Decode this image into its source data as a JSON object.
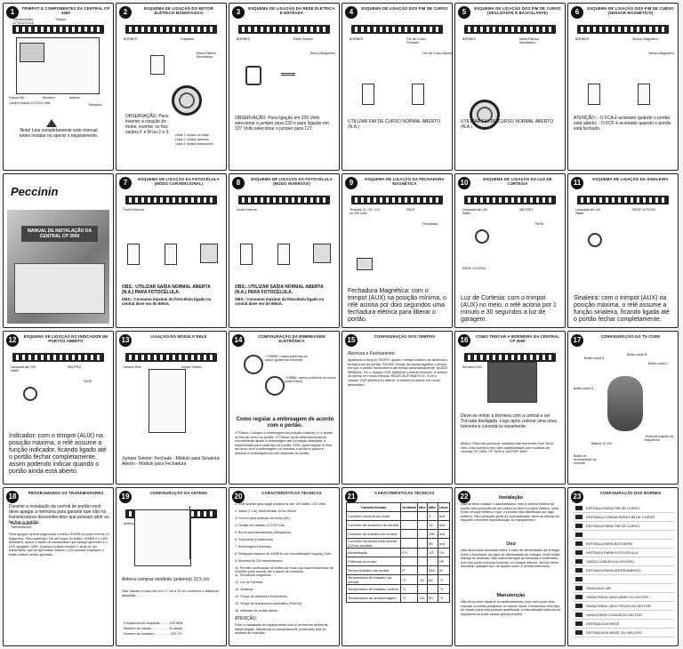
{
  "brand": "Peccinin",
  "manual_title": "MANUAL DE INSTALAÇÃO DA CENTRAL CP 3060",
  "panels": [
    {
      "n": "1",
      "title": "TRIMPOT E COMPONENTES DA CENTRAL CP 3060",
      "labels": [
        "Transformador 127V/220V/CA",
        "Trimpot",
        "Chave Liga",
        "Fusível 5A",
        "Jumper seletor 127/220 Volts",
        "Borneira",
        "Antena",
        "Receptor"
      ],
      "note": "Nota! Leia completamente este manual antes instalar ou operar o equipamento."
    },
    {
      "n": "2",
      "title": "ESQUEMA DE LIGAÇÃO DO MOTOR ELÉTRICO MONOFÁSICO",
      "labels": [
        "BORNES",
        "Capacitor",
        "Motor Elétrico Monofásico"
      ],
      "note": "OBSERVAÇÃO: Para inverter a rotação do motor, inverter os fios saídos F e M ou 2 e 3.",
      "legend": [
        "Linha 1: comum do motor",
        "Linha 2: sentido abertura",
        "Linha 3: sentido fechamento"
      ]
    },
    {
      "n": "3",
      "title": "ESQUEMA DE LIGAÇÃO DA REDE ELÉTRICA E ENTRADA",
      "labels": [
        "BORNES",
        "Rede Elétrica",
        "Terra (Obrigatório)"
      ],
      "note": "OBSERVAÇÃO: Para ligação em 220 Volts selecionar o jumper para 220 e para ligação em 127 Volts selecionar o jumper para 127."
    },
    {
      "n": "4",
      "title": "ESQUEMA DE LIGAÇÃO DOS FIM DE CURSO",
      "labels": [
        "BORNES",
        "Fim de Curso Fechado",
        "Fim de Curso Aberto"
      ],
      "note": "UTILIZAR FIM DE CURSO NORMAL ABERTO (N.A.)"
    },
    {
      "n": "5",
      "title": "ESQUEMA DE LIGAÇÃO DOS FIM DE CURSO (DESLIZANTE E BASCULANTE)",
      "labels": [
        "BORNES",
        "Motor Elétrico Monofásico"
      ],
      "note": "UTILIZAR FIM DE CURSO NORMAL ABERTO (N.A.)"
    },
    {
      "n": "6",
      "title": "ESQUEMA DE LIGAÇÃO DOS FIM DE CURSO (SENSOR MAGNÉTICO)",
      "labels": [
        "BORNES",
        "Sensor Magnético",
        "Sensor Magnético"
      ],
      "note": "ATENÇÃO: - O FCA é acionado quando o portão está aberto; - O FCF é acionado quando o portão está fechado."
    },
    {
      "n": "7",
      "title": "ESQUEMA DE LIGAÇÃO DA FOTOCÉLULA (MODO CONVENCIONAL)",
      "labels": [
        "Fonte Externa"
      ],
      "note": "OBS.: UTILIZAR SAÍDA NORMAL ABERTA (N.A.) PARA FOTOCÉLULA.",
      "note2": "OBS.: Consumo máximo da fotocélula ligada na central deve ser de 80mA."
    },
    {
      "n": "8",
      "title": "ESQUEMA DE LIGAÇÃO DA FOTOCÉLULA (MODO INVERSÃO)",
      "labels": [
        "Fonte Externa"
      ],
      "note": "OBS.: UTILIZAR SAÍDA NORMAL ABERTA (N.A.) PARA FOTOCÉLULA.",
      "note2": "OBS.: Consumo máximo da fotocélula ligada na central deve ser de 80mA."
    },
    {
      "n": "9",
      "title": "ESQUEMA DE LIGAÇÃO DA FECHADURA MAGNÉTICA",
      "labels": [
        "Tensões 12 / 24 / 127 ou 220 Volts",
        "RELÉ",
        "Fechadura"
      ],
      "note": "Fechadura Magnética: com o trimpot (AUX) na posição mínima, o relé aciona por dois segundos uma fechadura elétrica para liberar o portão."
    },
    {
      "n": "10",
      "title": "ESQUEMA DE LIGAÇÃO DA LUZ DE CORTESIA",
      "labels": [
        "Lâmpada até 100 Watts",
        "NEUTRO",
        "FASE",
        "REDE 127/220V"
      ],
      "note": "Luz de Cortesia: com o trimpot (AUX) no meio, o relé aciona por 1 minuto e 30 segundos a luz de garagem."
    },
    {
      "n": "11",
      "title": "ESQUEMA DE LIGAÇÃO DA SINALEIRA",
      "labels": [
        "Lâmpada até 100 Watts",
        "REDE 127/220V"
      ],
      "note": "Sinaleira: com o trimpot (AUX) na posição máxima, o relé assume a função sinaleira, ficando ligada até o portão fechar completamente."
    },
    {
      "n": "12",
      "title": "ESQUEMA DE LIGAÇÃO DO INDICADOR DE PORTÃO ABERTO",
      "labels": [
        "Lâmpada até 100 Watts",
        "NEUTRO",
        "FASE"
      ],
      "note": "Indicador: com o trimpot (AUX) na posição máxima, o relé assume a função indicador, ficando ligado até o portão fechar completamente, assim podendo indicar quando o portão ainda está aberto."
    },
    {
      "n": "13",
      "title": "LIGAÇÃO DO MÓDULO RELÉ",
      "labels": [
        "Módulo Relé",
        "Jumper Seletor"
      ],
      "note": "Jumper Seletor: Fechado - Módulo para Sinaleira; Aberto - Módulo para Fechadura"
    },
    {
      "n": "14",
      "title": "CONFIGURAÇÃO DA EMBREAGEM ELETRÔNICA",
      "labels": [
        "+ EMBR+ maior potência do motor (potência nominal)",
        "- EMBR- menor potência do motor (mais fraco)"
      ],
      "note": "Como regular a embreagem de acordo com o portão.",
      "body": "1º Passo: Coloque a embreagem na posição máxima (+) e ajuste os fins de curso no portão. 2º Passo: Após estar funcionando normalmente ajuste a embreagem até a posição desejada, a especificada para cada tipo de portão. OBS: Após regular os fins de curso com a embreagem na máxima, o próximo passo é diminuir a embreagem ao não depende do portão."
    },
    {
      "n": "15",
      "title": "CONFIGURAÇÃO DOS TEMPOS",
      "labels": [],
      "note": "Abertura e Fechamento:",
      "body": "Ajustando o trimpot TEMPO, ajuste o tempo máximo de abertura e fechamento do portão. PAUSA: Tempo de pausa significa o tempo em que o portão ficará aberto até fechar automaticamente. MODO MANUAL: Se o Jumper CNS (MANUAL) estiver fechado, a central irá operar em modo manual. MODO AUTOMÁTICO: Com o Jumper CNS (MANUAL) aberto, a central irá operar em modo automático."
    },
    {
      "n": "16",
      "title": "COMO TROCAR A BORNEIRA DA CENTRAL CP 3060",
      "labels": [
        "Borneira CN3"
      ],
      "note": "Deve-se retirar a borneira com a central e ser Trocada desligada. Logo após colocar uma nova borneira e conectá-la novamente.",
      "body": "Motivo: Para não provocar oxidação nas borneiras e em Terra. Obs: Esta borneira tem inter-cambialidade com modelos de centrais CP 2009, CP 3500 e GATTER 3600."
    },
    {
      "n": "17",
      "title": "CONFIGURAÇÃO DO TX CODE",
      "labels": [
        "Botão canal A",
        "Botão canal B",
        "Botão canal C",
        "Botão canal D",
        "Bateria 12 Vcc",
        "Botão de acionamento do controle",
        "Tecla para ajuste da frequência"
      ],
      "note": ""
    },
    {
      "n": "18",
      "title": "PROGRAMANDO OS TRANSMISSORES",
      "labels": [
        "Para programar os Transmissores"
      ],
      "note": "Durante a instalação da central de portão você deve apagar a memória para garantir que não há transmissores desconhecidos que possam abrir ou fechar o portão.",
      "body": "Para apagar: Aperte segurando o botão LEARN por pelo menos 10 segundos. Para aprender: Dê um toque no botão LEARN e o LED acenderá, aperte o botão do transmissor que deseja aprender e o LED apagará. OBS: Quando a placa receber o sinal de um transmissor que foi aprendido estará o LED piscará enquanto o botão estiver sendo apertado."
    },
    {
      "n": "19",
      "title": "CONFIGURAÇÃO DA ANTENA",
      "labels": [
        "Antena"
      ],
      "note": "Antena comprar medindo (antenna) 16,5 cm",
      "body": "Obs: Manter o cabo fixo em 17 cm a 20 cm conforme a distância desejada.",
      "specs": [
        "Frequência de recepção ........ 433 MHz",
        "Número de canais .................. 8 canais",
        "Número de usuários ................ 200 TX"
      ]
    },
    {
      "n": "20",
      "title": "CARACTERÍSTICAS TÉCNICAS",
      "items": [
        "1. Relé auxiliar para carga resistiva de até 100 Watts / 220 Volts.",
        "2. Saída (F-CA) 10mA tensão 12Vcc 60mA.",
        "3. Fusível para proteção do motor (5A).",
        "4. Tensão de trabalho 127/220 Vca.",
        "5. Borne para aterramento (Obrigatório).",
        "6. Fotocélula (Condicional).",
        "7. Embreagem Eletrônica.",
        "8. Recepção superior de 433MHz com decodificação Hopping Code.",
        "9. Memória de 200 transmissores.",
        "10. Permite combinação de botões de modo que cada transmissor de 3 botões pode acionar até 4 placas de comando.",
        "11. Fechadura magnética.",
        "12. Luz de Cortesia.",
        "13. Sinaleira.",
        "14. Tempo de abertura e fechamento.",
        "15. Tempo de fechamento automático (PAUSA).",
        "16. Indicador de portão aberto."
      ],
      "note": "ATENÇÃO:",
      "body": "Evite a instalação do equipamento com a central em ambiente desprotegido. Mantenha os transmissores (controles) fora do alcance de crianças."
    },
    {
      "n": "21",
      "title": "CARACTERÍSTICAS TÉCNICAS",
      "table": {
        "head": [
          "Características",
          "Unidade",
          "Mín.",
          "Máx.",
          "Unid."
        ],
        "rows": [
          [
            "Corrente nominal do motor",
            "",
            "",
            "3",
            "mA"
          ],
          [
            "Corrente de consumo do central",
            "",
            "",
            "15",
            "mA"
          ],
          [
            "Corrente de trabalho do central",
            "",
            "",
            "200",
            "mA"
          ],
          [
            "Corrente fornecida pela central (12Vcc auxiliar)",
            "",
            "",
            "80",
            "mA"
          ],
          [
            "Alimentação",
            "CV",
            "",
            "1/2",
            "CV"
          ],
          [
            "Potência do motor",
            "",
            "",
            "",
            "HP"
          ],
          [
            "Tempo trabalho da central",
            "P",
            "",
            "550",
            "W"
          ],
          [
            "Temperatura de trabalho da central",
            "°C",
            "-10",
            "60",
            "°C"
          ],
          [
            "Temperatura de trabalho central",
            "°C",
            "",
            "",
            "°C"
          ],
          [
            "Temperatura de armazenagem",
            "°C",
            "-20",
            "60",
            "°C"
          ]
        ]
      }
    },
    {
      "n": "22",
      "title": "",
      "sections": [
        {
          "h": "Instalação",
          "t": "Não se deve instalar o automatizador com a central elétrica de portão sem proteção de um painel ou sem o projeto elétrico, para evitar choque elétrico e que o produto seja danificado por algo externo. Para proteção geral do automatizador deve-se utilizar um disjuntor conforme especificação do equipamento."
        },
        {
          "h": "Uso",
          "t": "Não deve nada acionado sobre o cabo de alimentação da energia. Evite a exposição do cabo de alimentação da energia, onde existe tráfego de pessoas. Não sobrecarregue as tomadas e extensões, pois isto pode provocar incêndio ou choque elétrico. Nunca deixe derramar qualquer tipo de líquido sobre a central eletrônica."
        },
        {
          "h": "Manutenção",
          "t": "Não deve fazer reparos no automatizador, pois você pode ficar exposto a pontos perigosos ou outros riscos. Encaminhe todo tipo de reparo para uma pessoa qualificada. A manutenção indevida do equipamento pode causar graves lesões!"
        }
      ]
    },
    {
      "n": "23",
      "title": "CONFIGURAÇÃO DOS BORNES",
      "items": [
        "ENTRADA PARA FIM DE CURSO",
        "ENTRADA COMUM PARA FIM DE CURSO",
        "ENTRADA PARA FIM DE CURSO",
        "",
        "ENTRADA PARA BOTOEIRA",
        "ENTRADA PARA FOTOCÉLULA",
        "SAÍDA COMUM DA CENTRAL",
        "ENTRADA PARA ATERRAMENTO",
        "",
        "SAÍDA AUX-AR",
        "SAÍDA PARA LADO ABRE DO MOTOR",
        "SAÍDA PARA LADO FECHA DO MOTOR",
        "SAÍDA PARA COMUM DO MOTOR",
        "ENTRADA DA REDE",
        "ENTRADA DA REDE OU NEUTRO"
      ]
    }
  ]
}
